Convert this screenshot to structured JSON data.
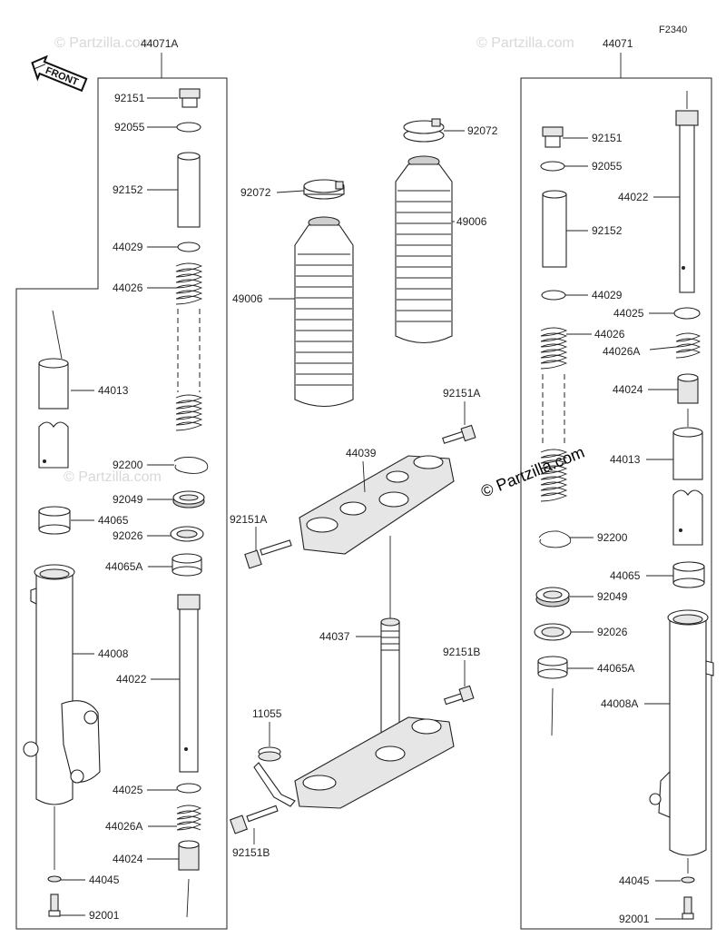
{
  "diagram": {
    "figure_code": "F2340",
    "front_label": "FRONT",
    "watermark": "© Partzilla.com",
    "left_group_ref": "44071A",
    "right_group_ref": "44071",
    "left_labels": [
      "92151",
      "92055",
      "92152",
      "44029",
      "44026",
      "44013",
      "92200",
      "92049",
      "44065",
      "92026",
      "44065A",
      "44008",
      "44022",
      "44025",
      "44026A",
      "44024",
      "44045",
      "92001"
    ],
    "center_labels": [
      "92072",
      "92072",
      "49006",
      "49006",
      "92151A",
      "44039",
      "92151A",
      "44037",
      "92151B",
      "11055",
      "92151B"
    ],
    "right_labels": [
      "92151",
      "92055",
      "44022",
      "92152",
      "44029",
      "44025",
      "44026",
      "44026A",
      "44024",
      "44013",
      "92200",
      "44065",
      "92049",
      "92026",
      "44065A",
      "44008A",
      "44045",
      "92001"
    ]
  }
}
